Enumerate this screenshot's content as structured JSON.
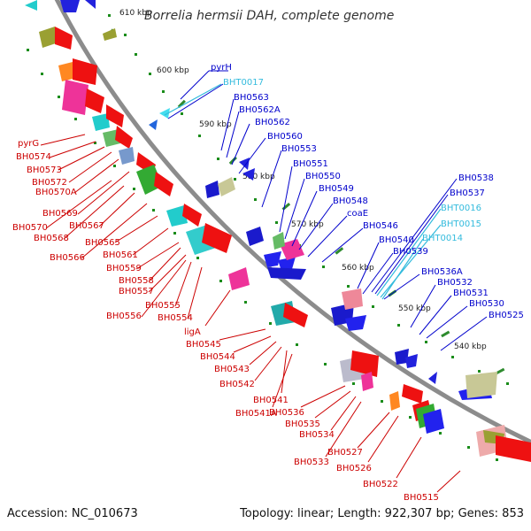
{
  "title": "Borrelia hermsii DAH, complete genome",
  "accession": "Accession: NC_010673",
  "summary": "Topology: linear; Length: 922,307 bp; Genes: 853",
  "colors": {
    "backbone": "#888888",
    "forward_label": "#0000cc",
    "forward_rna_label": "#33bbdd",
    "reverse_label": "#cc0000",
    "tick": "#1a8c1a"
  },
  "scale_labels": [
    "610 kbp",
    "600 kbp",
    "590 kbp",
    "580 kbp",
    "570 kbp",
    "560 kbp",
    "550 kbp",
    "540 kbp"
  ],
  "forward_genes": [
    "pyrH",
    "BHT0017",
    "BH0563",
    "BH0562A",
    "BH0562",
    "BH0560",
    "BH0553",
    "BH0551",
    "BH0550",
    "BH0549",
    "BH0548",
    "coaE",
    "BH0546",
    "BH0540",
    "BH0539",
    "BH0538",
    "BH0537",
    "BHT0016",
    "BHT0015",
    "BHT0014",
    "BH0536A",
    "BH0532",
    "BH0531",
    "BH0530",
    "BH0525"
  ],
  "reverse_genes": [
    "pyrG",
    "BH0574",
    "BH0573",
    "BH0572",
    "BH0570A",
    "BH0569",
    "BH0570",
    "BH0568",
    "BH0567",
    "BH0566",
    "BH0565",
    "BH0561",
    "BH0559",
    "BH0558",
    "BH0557",
    "BH0555",
    "BH0556",
    "BH0554",
    "ligA",
    "BH0545",
    "BH0544",
    "BH0543",
    "BH0542",
    "BH0541",
    "BH0541A",
    "BH0536",
    "BH0535",
    "BH0534",
    "BH0533",
    "BH0527",
    "BH0526",
    "BH0522",
    "BH0515"
  ]
}
